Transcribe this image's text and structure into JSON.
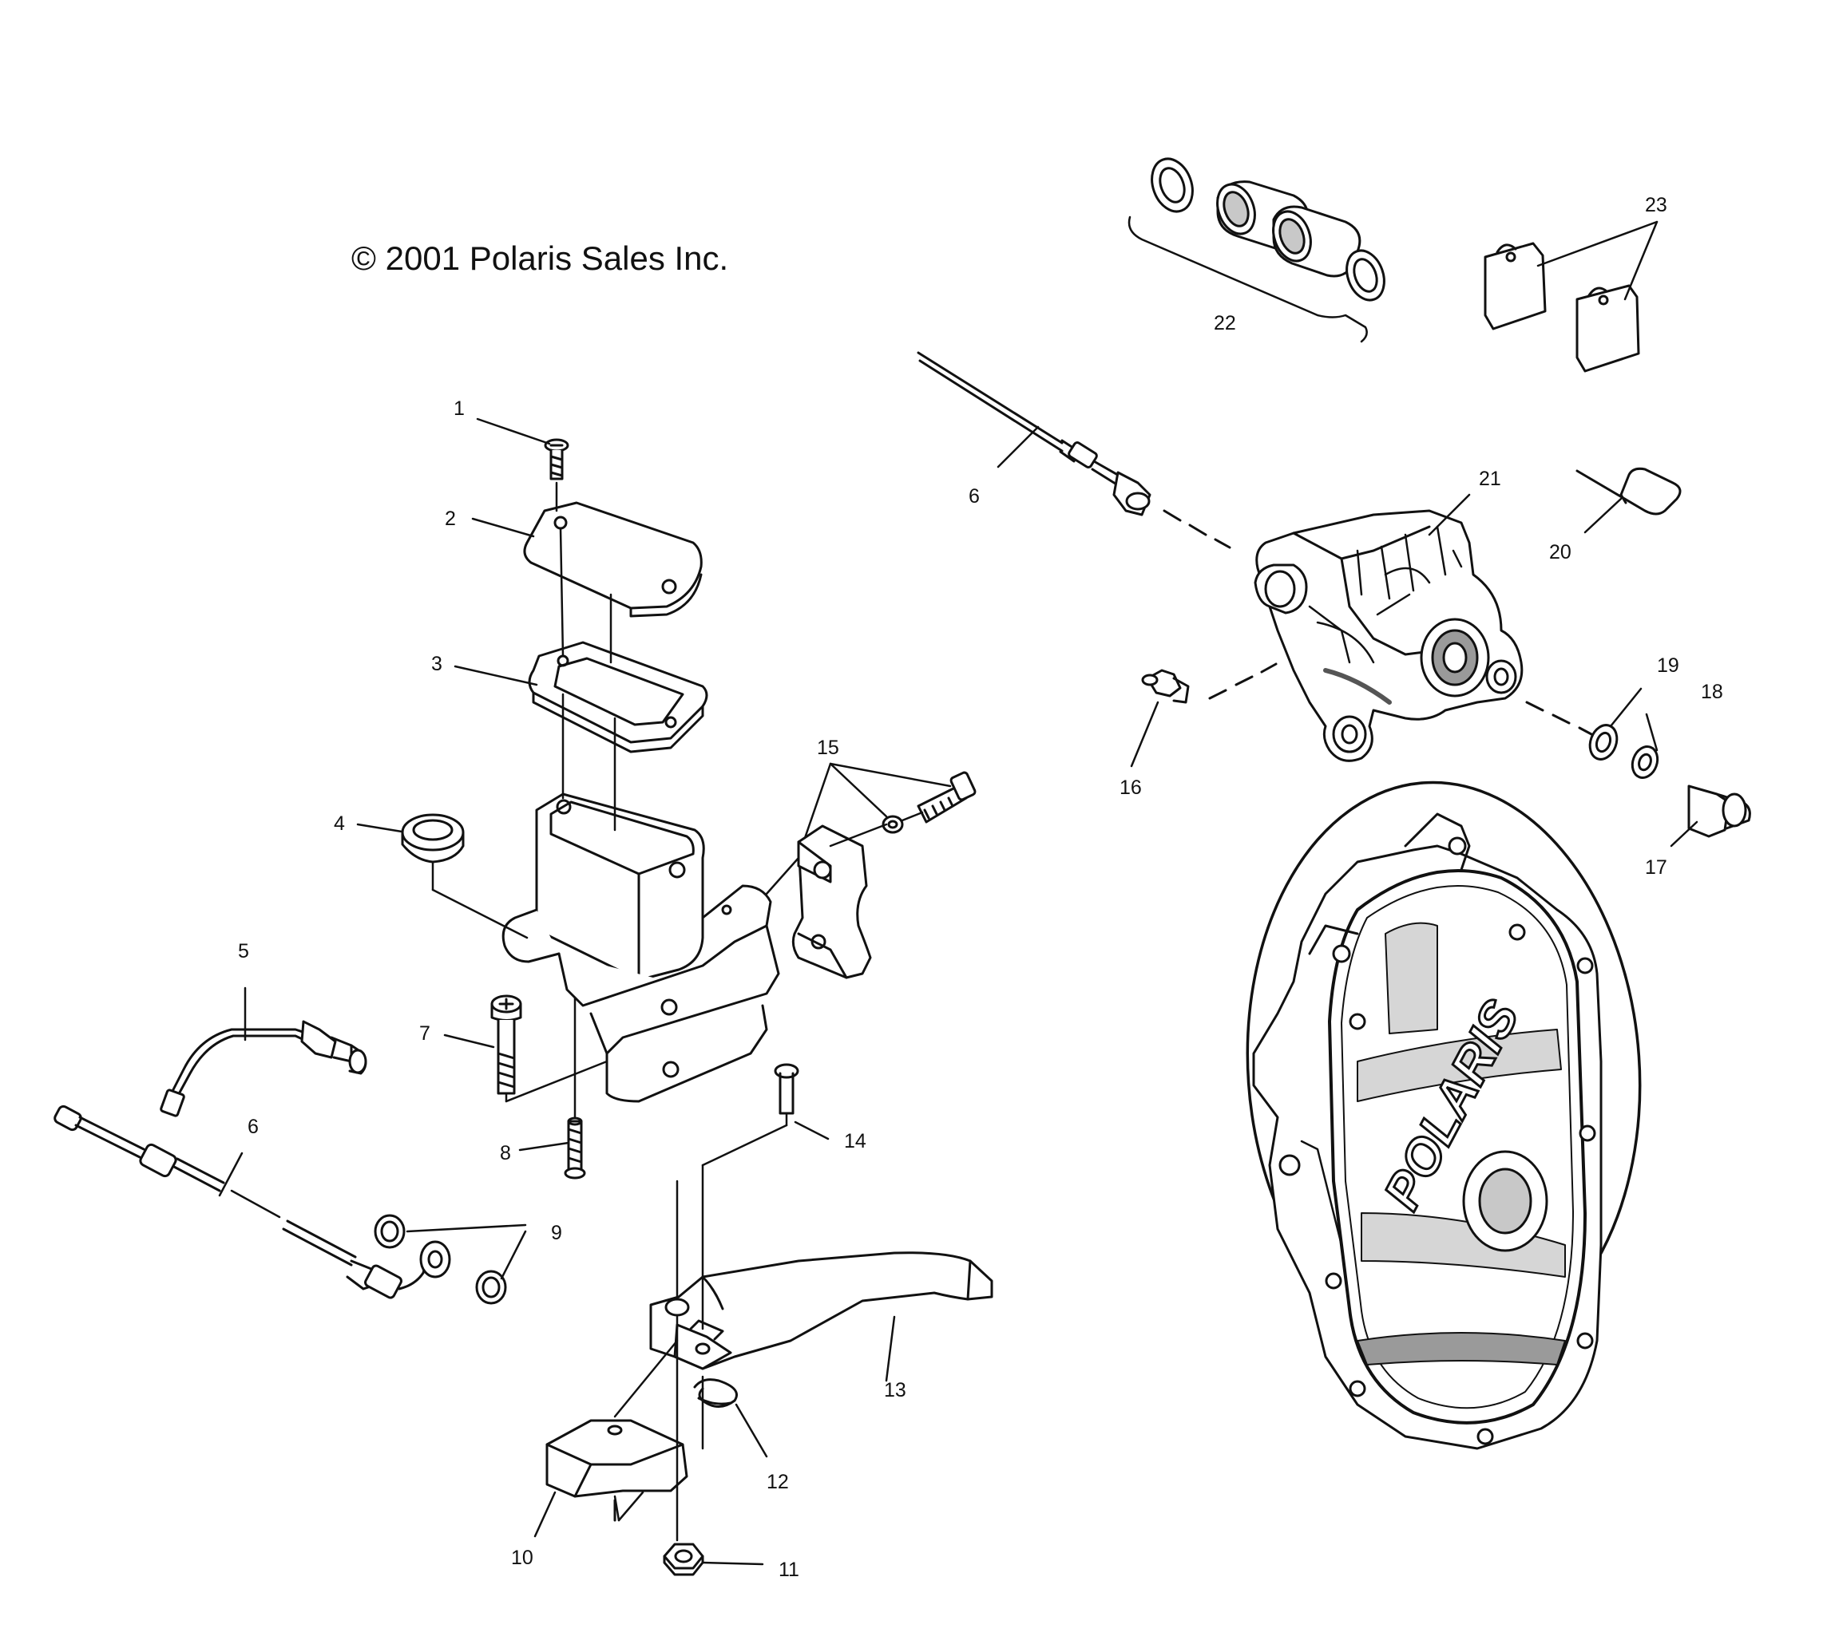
{
  "diagram": {
    "copyright": "© 2001 Polaris Sales Inc.",
    "brand_text": "POLARIS",
    "colors": {
      "ink": "#111111",
      "shade": "#9a9a9a",
      "light": "#d6d6d6",
      "paper": "#ffffff"
    },
    "callouts": [
      {
        "id": "c1",
        "label": "1"
      },
      {
        "id": "c2",
        "label": "2"
      },
      {
        "id": "c3",
        "label": "3"
      },
      {
        "id": "c4",
        "label": "4"
      },
      {
        "id": "c5",
        "label": "5"
      },
      {
        "id": "c6a",
        "label": "6"
      },
      {
        "id": "c6b",
        "label": "6"
      },
      {
        "id": "c7",
        "label": "7"
      },
      {
        "id": "c8",
        "label": "8"
      },
      {
        "id": "c9",
        "label": "9"
      },
      {
        "id": "c10",
        "label": "10"
      },
      {
        "id": "c11",
        "label": "11"
      },
      {
        "id": "c12",
        "label": "12"
      },
      {
        "id": "c13",
        "label": "13"
      },
      {
        "id": "c14",
        "label": "14"
      },
      {
        "id": "c15",
        "label": "15"
      },
      {
        "id": "c16",
        "label": "16"
      },
      {
        "id": "c17",
        "label": "17"
      },
      {
        "id": "c18",
        "label": "18"
      },
      {
        "id": "c19",
        "label": "19"
      },
      {
        "id": "c20",
        "label": "20"
      },
      {
        "id": "c21",
        "label": "21"
      },
      {
        "id": "c22",
        "label": "22"
      },
      {
        "id": "c23",
        "label": "23"
      }
    ]
  }
}
